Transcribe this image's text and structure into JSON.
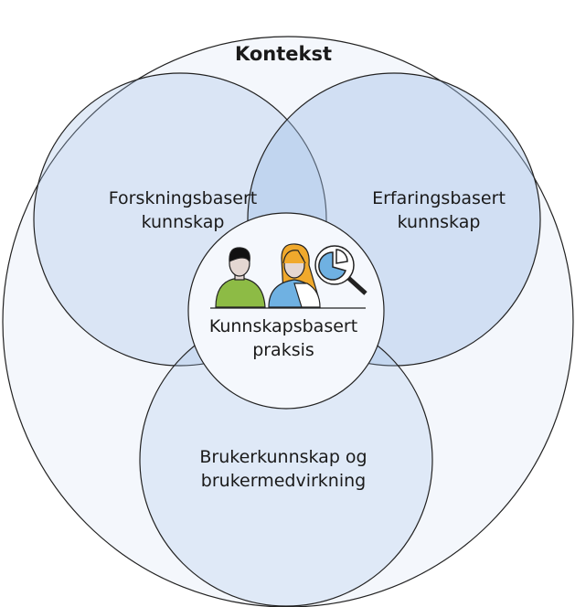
{
  "title": "Kontekst",
  "circles": {
    "research": [
      "Forskningsbasert",
      "kunnskap"
    ],
    "experience": [
      "Erfaringsbasert",
      "kunnskap"
    ],
    "user": [
      "Brukerkunnskap og",
      "brukermedvirkning"
    ],
    "center": [
      "Kunnskapsbasert",
      "praksis"
    ]
  },
  "icons": [
    "man-icon",
    "woman-icon",
    "magnifier-pie-chart-icon"
  ]
}
